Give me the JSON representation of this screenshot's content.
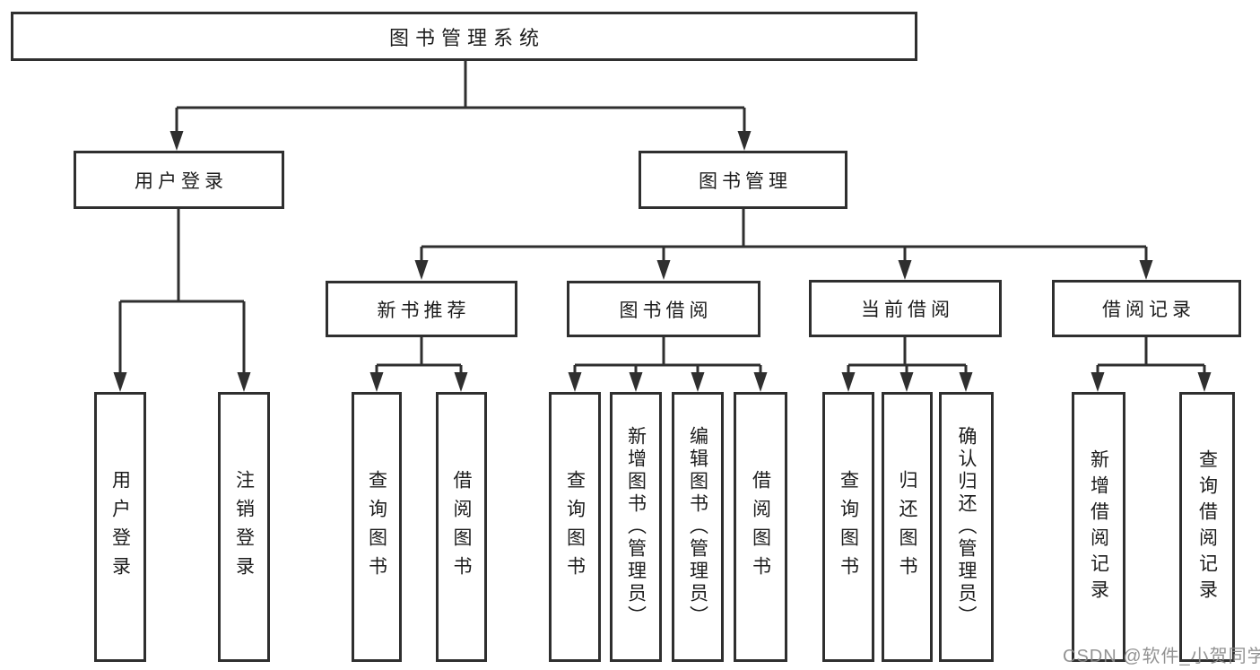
{
  "diagram": {
    "root": "图书管理系统",
    "level2": [
      "用户登录",
      "图书管理"
    ],
    "level3": [
      "新书推荐",
      "图书借阅",
      "当前借阅",
      "借阅记录"
    ],
    "leaves": [
      "用户登录",
      "注销登录",
      "查询图书",
      "借阅图书",
      "查询图书",
      "新增图书（管理员）",
      "编辑图书（管理员）",
      "借阅图书",
      "查询图书",
      "归还图书",
      "确认归还（管理员）",
      "新增借阅记录",
      "查询借阅记录"
    ]
  },
  "watermark": "CSDN @软件_小贺同学",
  "colors": {
    "line": "#2f2f2f",
    "text": "#1c1c1c",
    "watermark": "#8a8a8a",
    "background": "#ffffff"
  }
}
